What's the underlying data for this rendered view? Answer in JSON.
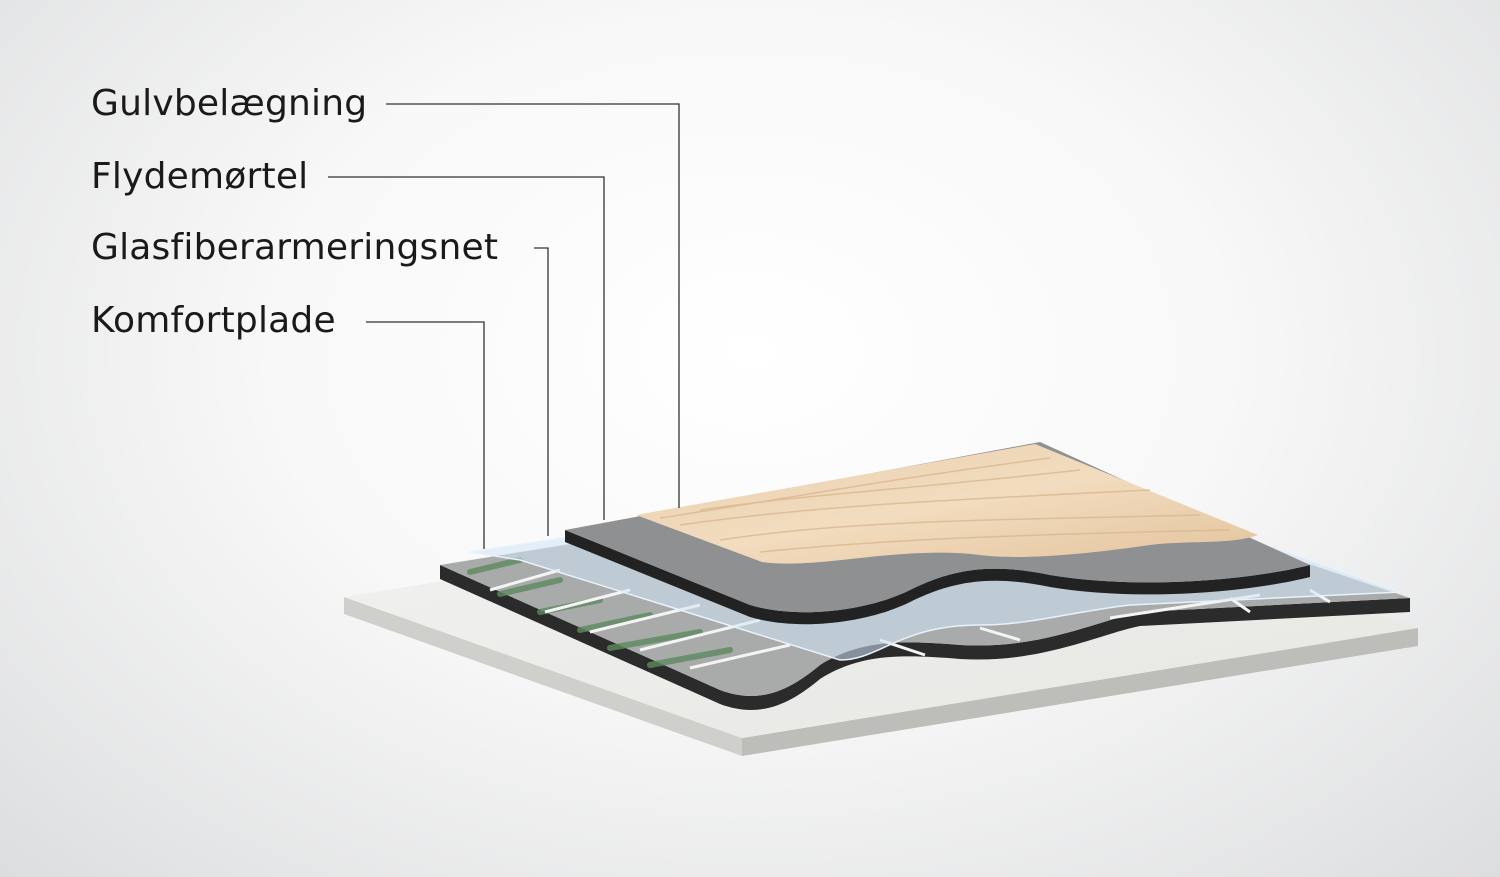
{
  "labels": {
    "floor_covering": "Gulvbelægning",
    "self_leveling_mortar": "Flydemørtel",
    "fiberglass_mesh": "Glasfiberarmeringsnet",
    "comfort_board": "Komfortplade"
  }
}
